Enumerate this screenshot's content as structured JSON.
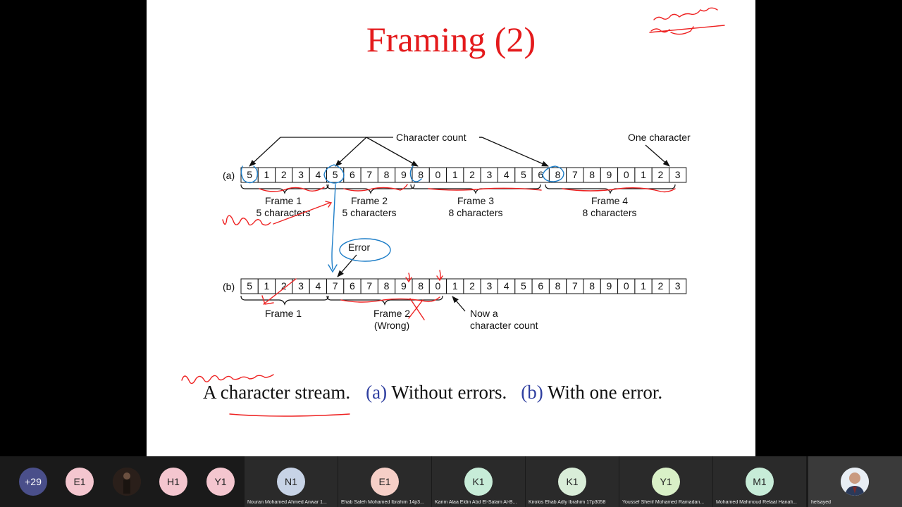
{
  "slide": {
    "title": "Framing (2)",
    "labels": {
      "character_count": "Character count",
      "one_character": "One character",
      "row_a": "(a)",
      "row_b": "(b)",
      "error": "Error",
      "frame1_a": "Frame 1",
      "frame1_a_sub": "5 characters",
      "frame2_a": "Frame 2",
      "frame2_a_sub": "5 characters",
      "frame3_a": "Frame 3",
      "frame3_a_sub": "8 characters",
      "frame4_a": "Frame 4",
      "frame4_a_sub": "8 characters",
      "frame1_b": "Frame 1",
      "frame2_b": "Frame 2",
      "frame2_b_sub": "(Wrong)",
      "now_a": "Now a",
      "now_a_sub": "character count"
    },
    "row_a": [
      "5",
      "1",
      "2",
      "3",
      "4",
      "5",
      "6",
      "7",
      "8",
      "9",
      "8",
      "0",
      "1",
      "2",
      "3",
      "4",
      "5",
      "6",
      "8",
      "7",
      "8",
      "9",
      "0",
      "1",
      "2",
      "3"
    ],
    "row_b": [
      "5",
      "1",
      "2",
      "3",
      "4",
      "7",
      "6",
      "7",
      "8",
      "9",
      "8",
      "0",
      "1",
      "2",
      "3",
      "4",
      "5",
      "6",
      "8",
      "7",
      "8",
      "9",
      "0",
      "1",
      "2",
      "3"
    ],
    "caption": {
      "part1": "A character stream.",
      "part2a": "(a)",
      "part2b": " Without errors.",
      "part3a": "(b)",
      "part3b": " With one error."
    }
  },
  "participants": {
    "more_count": "+29",
    "small": [
      {
        "initials": "E1",
        "color": "#f4c6cf"
      },
      {
        "initials": "H1",
        "color": "#f4c6cf"
      },
      {
        "initials": "Y1",
        "color": "#f4c6cf"
      }
    ],
    "tiles": [
      {
        "initials": "N1",
        "color": "#c7d3e6",
        "name": "Nouran Mohamed Ahmed Anwar  1..."
      },
      {
        "initials": "E1",
        "color": "#f6cfc7",
        "name": "Ehab Saleh Mohamed Ibrahim 14p3..."
      },
      {
        "initials": "K1",
        "color": "#c7ecd8",
        "name": "Karim Alaa Eldin Abd El-Salam Al-B..."
      },
      {
        "initials": "K1",
        "color": "#d9edd8",
        "name": "Kirolos Ehab Adly Ibrahim 17p3058"
      },
      {
        "initials": "Y1",
        "color": "#d9f0c7",
        "name": "Youssef Sherif Mohamed Ramadan..."
      },
      {
        "initials": "M1",
        "color": "#c7ecd8",
        "name": "Mohamed Mahmoud Refaat Hanafi..."
      }
    ],
    "self_name": "helsayed"
  }
}
